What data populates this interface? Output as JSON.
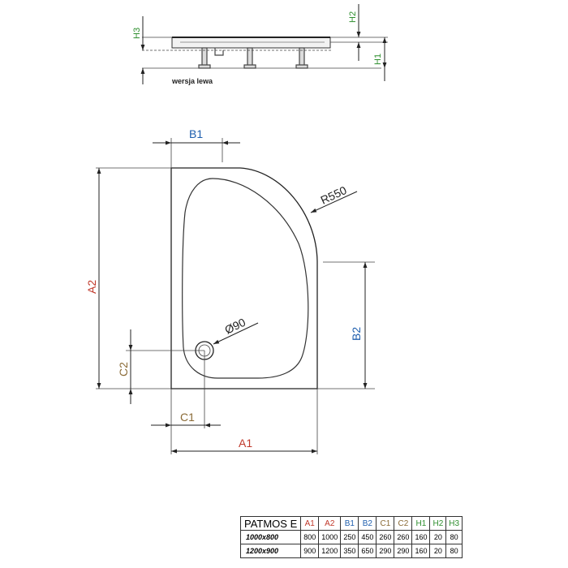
{
  "colors": {
    "red": "#c0392b",
    "blue": "#1f5fae",
    "brown": "#8a6a36",
    "green": "#2f8f2f",
    "line": "#222222",
    "dim": "#555555"
  },
  "side_view": {
    "labels": {
      "h3": "H3",
      "h2": "H2",
      "h1": "H1"
    },
    "note": "wersja lewa"
  },
  "plan_view": {
    "labels": {
      "a1": "A1",
      "a2": "A2",
      "b1": "B1",
      "b2": "B2",
      "c1": "C1",
      "c2": "C2",
      "radius": "R550",
      "drain": "Ø90"
    }
  },
  "table": {
    "model": "PATMOS E",
    "headers": [
      "A1",
      "A2",
      "B1",
      "B2",
      "C1",
      "C2",
      "H1",
      "H2",
      "H3"
    ],
    "rows": [
      {
        "size": "1000x800",
        "values": [
          "800",
          "1000",
          "250",
          "450",
          "260",
          "260",
          "160",
          "20",
          "80"
        ]
      },
      {
        "size": "1200x900",
        "values": [
          "900",
          "1200",
          "350",
          "650",
          "290",
          "290",
          "160",
          "20",
          "80"
        ]
      }
    ]
  }
}
